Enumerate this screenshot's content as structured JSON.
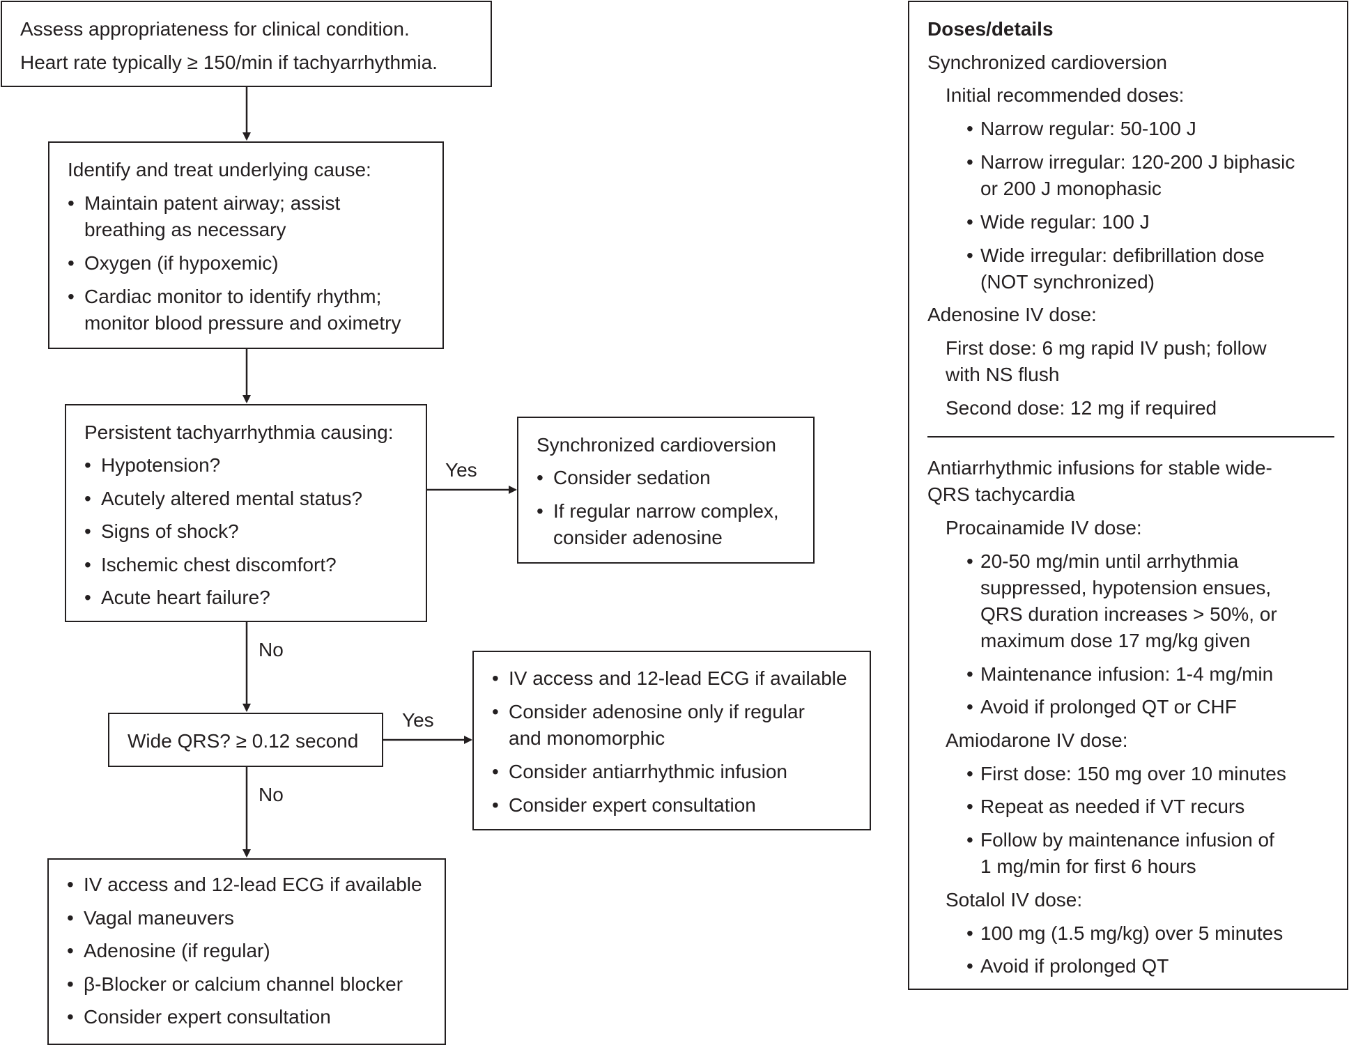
{
  "box1": {
    "lines": [
      "Assess appropriateness for clinical condition.",
      "Heart rate typically ≥ 150/min if tachyarrhythmia."
    ]
  },
  "box2": {
    "title": "Identify and treat underlying cause:",
    "items": [
      [
        "Maintain patent airway; assist",
        "breathing as necessary"
      ],
      [
        "Oxygen (if hypoxemic)"
      ],
      [
        "Cardiac monitor to identify rhythm;",
        "monitor blood pressure and oximetry"
      ]
    ]
  },
  "box3": {
    "title": "Persistent tachyarrhythmia causing:",
    "items": [
      [
        "Hypotension?"
      ],
      [
        "Acutely altered mental status?"
      ],
      [
        "Signs of shock?"
      ],
      [
        "Ischemic chest discomfort?"
      ],
      [
        "Acute heart failure?"
      ]
    ]
  },
  "box4": {
    "title": "Synchronized cardioversion",
    "items": [
      [
        "Consider sedation"
      ],
      [
        "If regular narrow complex,",
        "consider adenosine"
      ]
    ]
  },
  "box5": {
    "text": "Wide QRS? ≥ 0.12 second"
  },
  "box6": {
    "items": [
      [
        "IV access and 12-lead ECG if available"
      ],
      [
        "Consider adenosine only if regular",
        "and monomorphic"
      ],
      [
        "Consider antiarrhythmic infusion"
      ],
      [
        "Consider expert consultation"
      ]
    ]
  },
  "box7": {
    "items": [
      [
        "IV access and 12-lead ECG if available"
      ],
      [
        "Vagal maneuvers"
      ],
      [
        "Adenosine (if regular)"
      ],
      [
        "β-Blocker or calcium channel blocker"
      ],
      [
        "Consider expert consultation"
      ]
    ]
  },
  "labels": {
    "yes1": "Yes",
    "no1": "No",
    "yes2": "Yes",
    "no2": "No"
  },
  "doses": {
    "title": "Doses/details",
    "sync_title": "Synchronized cardioversion",
    "initial_title": "Initial recommended doses:",
    "initial_items": [
      [
        "Narrow regular: 50-100 J"
      ],
      [
        "Narrow irregular: 120-200 J biphasic",
        "or 200 J monophasic"
      ],
      [
        "Wide regular: 100 J"
      ],
      [
        "Wide irregular: defibrillation dose",
        "(NOT synchronized)"
      ]
    ],
    "adenosine_title": "Adenosine IV dose:",
    "adenosine_first": [
      "First dose: 6 mg rapid IV push; follow",
      "with NS flush"
    ],
    "adenosine_second": "Second dose: 12 mg if required",
    "anti_title": [
      "Antiarrhythmic infusions for stable wide-",
      "QRS tachycardia"
    ],
    "procainamide_title": "Procainamide IV dose:",
    "procainamide_items": [
      [
        "20-50 mg/min until arrhythmia",
        "suppressed, hypotension ensues,",
        "QRS duration increases > 50%, or",
        "maximum dose 17 mg/kg given"
      ],
      [
        "Maintenance infusion: 1-4 mg/min"
      ],
      [
        "Avoid if prolonged QT or CHF"
      ]
    ],
    "amiodarone_title": "Amiodarone IV dose:",
    "amiodarone_items": [
      [
        "First dose: 150 mg over 10 minutes"
      ],
      [
        "Repeat as needed if VT recurs"
      ],
      [
        "Follow by maintenance infusion of",
        "1 mg/min for first 6 hours"
      ]
    ],
    "sotalol_title": "Sotalol IV dose:",
    "sotalol_items": [
      [
        "100 mg (1.5 mg/kg) over 5 minutes"
      ],
      [
        "Avoid if prolonged QT"
      ]
    ]
  }
}
